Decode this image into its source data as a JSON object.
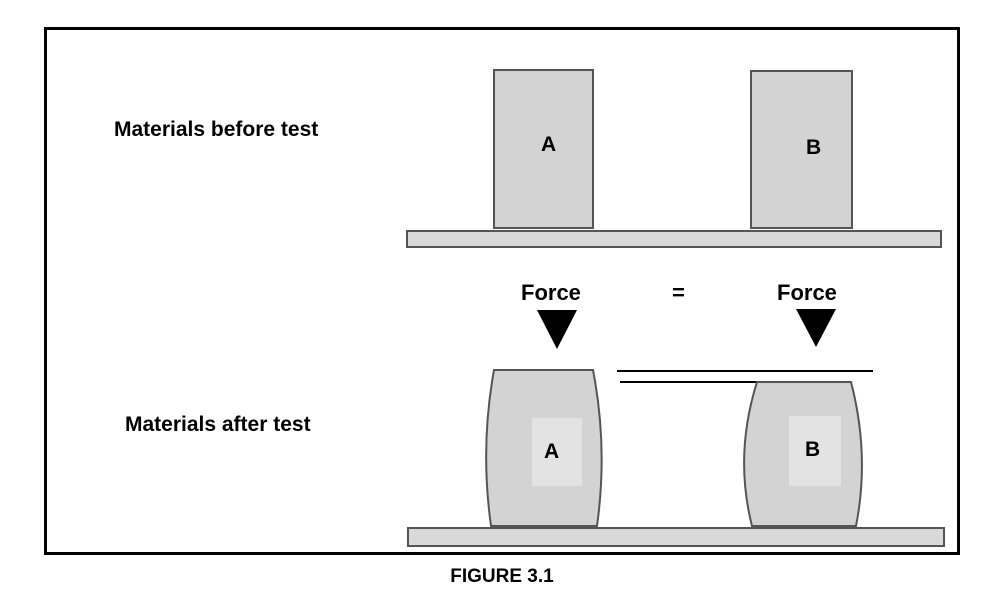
{
  "figure": {
    "caption": "FIGURE 3.1",
    "before_label": "Materials before test",
    "after_label": "Materials after test",
    "force_label_a": "Force",
    "force_label_b": "Force",
    "equals": "=",
    "material_a": "A",
    "material_b": "B"
  },
  "colors": {
    "block_fill": "#d3d3d3",
    "block_stroke": "#555555",
    "shelf_fill": "#d9d9d9",
    "arrow": "#000000"
  }
}
